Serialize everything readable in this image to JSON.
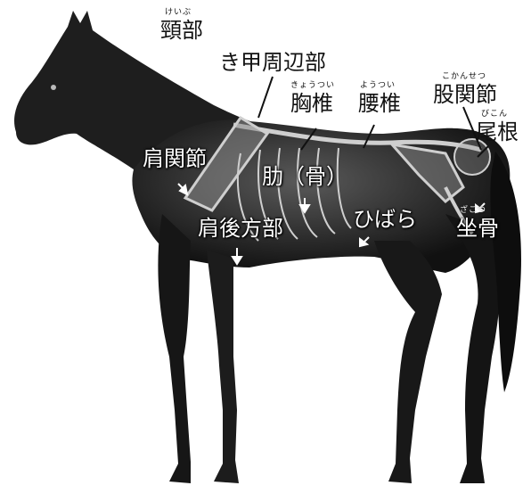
{
  "labels": {
    "neck": {
      "text": "頸部",
      "ruby": "けいぶ"
    },
    "withers": {
      "text": "き甲周辺部"
    },
    "thoracic_vertebrae": {
      "text": "胸椎",
      "ruby": "きょうつい"
    },
    "lumbar_vertebrae": {
      "text": "腰椎",
      "ruby": "ようつい"
    },
    "hip_joint": {
      "text": "股関節",
      "ruby": "こかんせつ"
    },
    "tail_root": {
      "text": "尾根",
      "ruby": "びこん"
    },
    "shoulder_joint": {
      "text": "肩関節"
    },
    "ribs": {
      "text": "肋（骨）"
    },
    "flank": {
      "text": "ひばら"
    },
    "behind_shoulder": {
      "text": "肩後方部"
    },
    "ischium": {
      "text": "坐骨",
      "ruby": "ざこつ"
    }
  },
  "colors": {
    "horse_body": "#2a2a2a",
    "horse_shadow": "#0f0f0f",
    "bone": "#d8d8d8",
    "label_dark": "#111111",
    "label_light": "#ffffff"
  }
}
